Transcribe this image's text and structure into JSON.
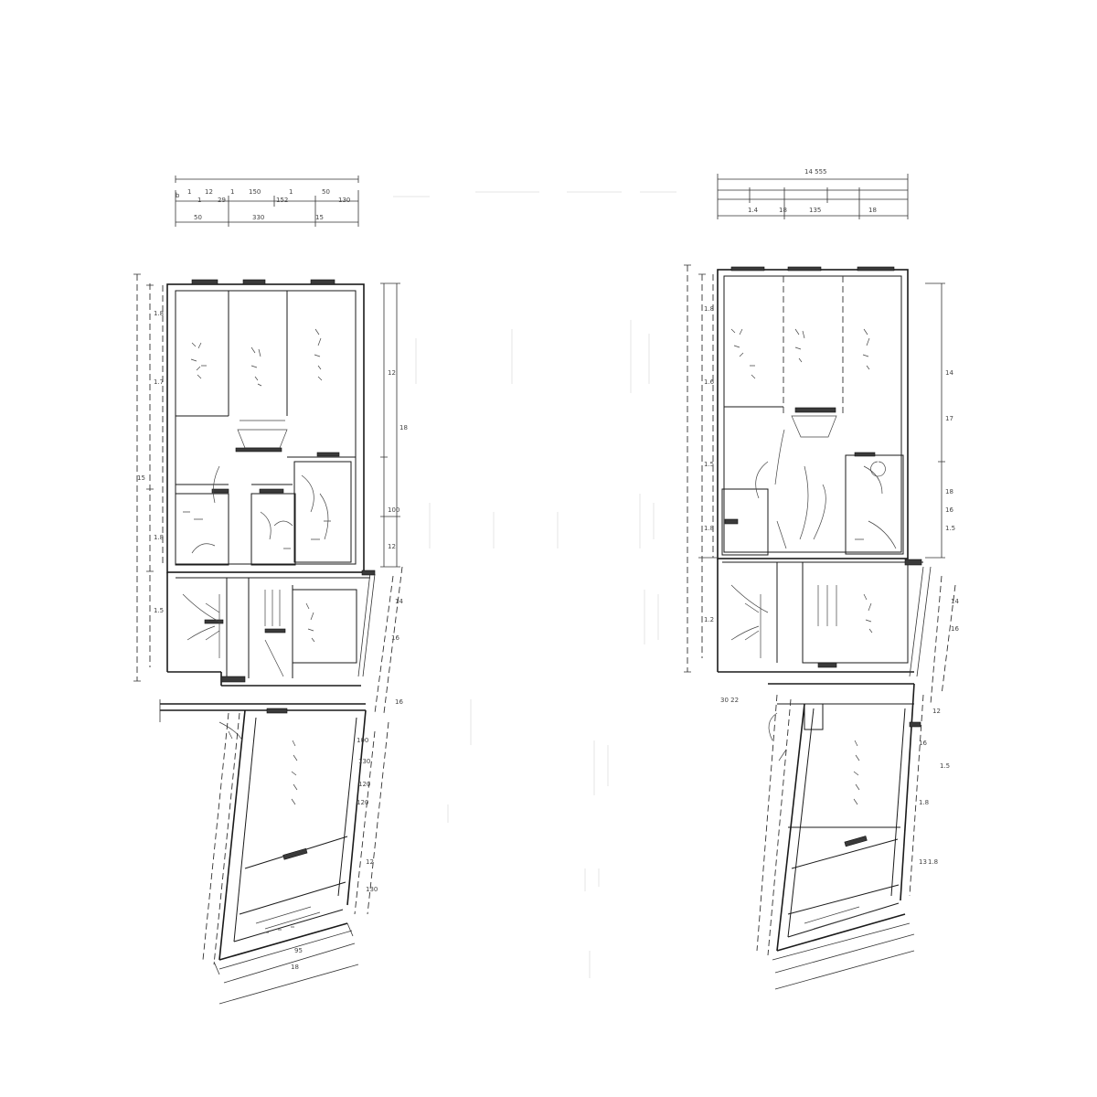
{
  "left_plan": {
    "dim_top_total": "",
    "dim_top_row1": [
      "b",
      "1",
      "12",
      "1",
      "150",
      "1",
      "50"
    ],
    "dim_top_row1_b": [
      "1",
      "29",
      "152",
      "130"
    ],
    "dim_top_row2": [
      "50",
      "330",
      "15"
    ],
    "dim_side_left": [
      "1.8",
      "1.7",
      "15",
      "1.8",
      "1.5"
    ],
    "dim_side_right": [
      "12",
      "18",
      "100",
      "12"
    ],
    "dim_bottom": [
      "16",
      "100",
      "120",
      "130"
    ],
    "dim_diag": [
      "14",
      "16",
      "130",
      "120",
      "12"
    ],
    "dim_base": [
      "95",
      "18"
    ]
  },
  "right_plan": {
    "dim_top_total": "14\n555",
    "dim_top_row2": [
      "1.4",
      "18",
      "135",
      "18"
    ],
    "dim_side_left": [
      "1.8",
      "1.6",
      "1.5",
      "1.8",
      "1.2"
    ],
    "dim_side_right": [
      "14",
      "17",
      "18",
      "16",
      "1.5"
    ],
    "dim_bottom_left": "30 22",
    "dim_bottom": [
      "12",
      "16",
      "1.8",
      "13"
    ],
    "dim_diag": [
      "14",
      "16",
      "1.5",
      "1.8"
    ]
  }
}
